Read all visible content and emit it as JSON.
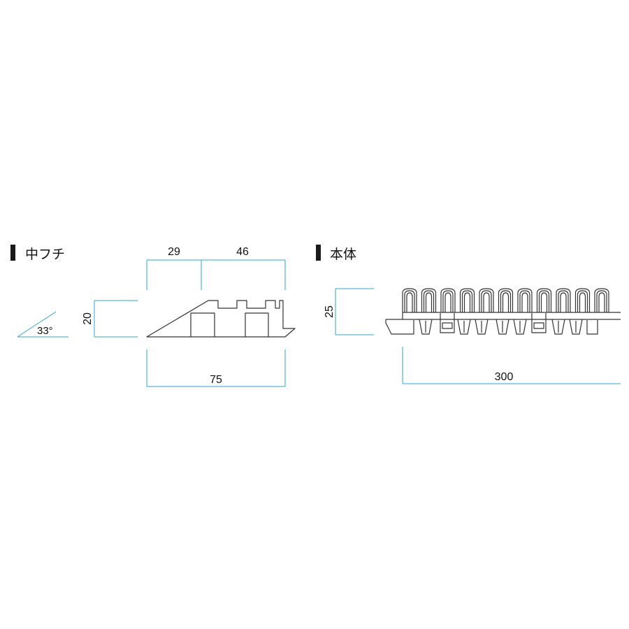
{
  "colors": {
    "dimension_line": "#2ea7c8",
    "outline": "#333333",
    "text": "#111111",
    "marker": "#1a1a1a"
  },
  "sections": {
    "edge": {
      "title": "中フチ"
    },
    "body": {
      "title": "本体"
    }
  },
  "edge_dims": {
    "top_left": "29",
    "top_right": "46",
    "height": "20",
    "width": "75",
    "angle": "33°"
  },
  "body_dims": {
    "height": "25",
    "width": "300"
  }
}
